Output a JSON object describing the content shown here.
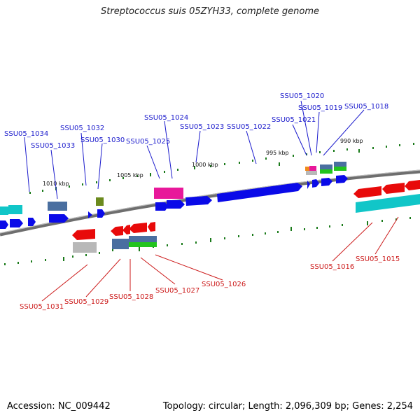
{
  "title": "Streptococcus suis 05ZYH33, complete genome",
  "footer": {
    "accession": "Accession: NC_009442",
    "summary": "Topology: circular; Length: 2,096,309 bp; Genes: 2,254"
  },
  "kbp_labels": [
    "1010 kbp",
    "1005 kbp",
    "1000 kbp",
    "995 kbp",
    "990 kbp"
  ],
  "top_genes": [
    "SSU05_1034",
    "SSU05_1033",
    "SSU05_1032",
    "SSU05_1030",
    "SSU05_1025",
    "SSU05_1024",
    "SSU05_1023",
    "SSU05_1022",
    "SSU05_1021",
    "SSU05_1020",
    "SSU05_1019",
    "SSU05_1018"
  ],
  "bottom_genes": [
    "SSU05_1031",
    "SSU05_1029",
    "SSU05_1028",
    "SSU05_1027",
    "SSU05_1026",
    "SSU05_1016",
    "SSU05_1015"
  ],
  "colors": {
    "forward_cds": "#0a0ae8",
    "reverse_cds": "#e80a0a",
    "cyan_feature": "#11c6c8",
    "magenta_feature": "#e8189a",
    "steel_feature": "#4a6fa0",
    "green_feature": "#22c41e",
    "olive_feature": "#6b8a1e",
    "gray_feature": "#b8b8b8",
    "backbone": "#777777",
    "tick": "#1a7a1a"
  }
}
